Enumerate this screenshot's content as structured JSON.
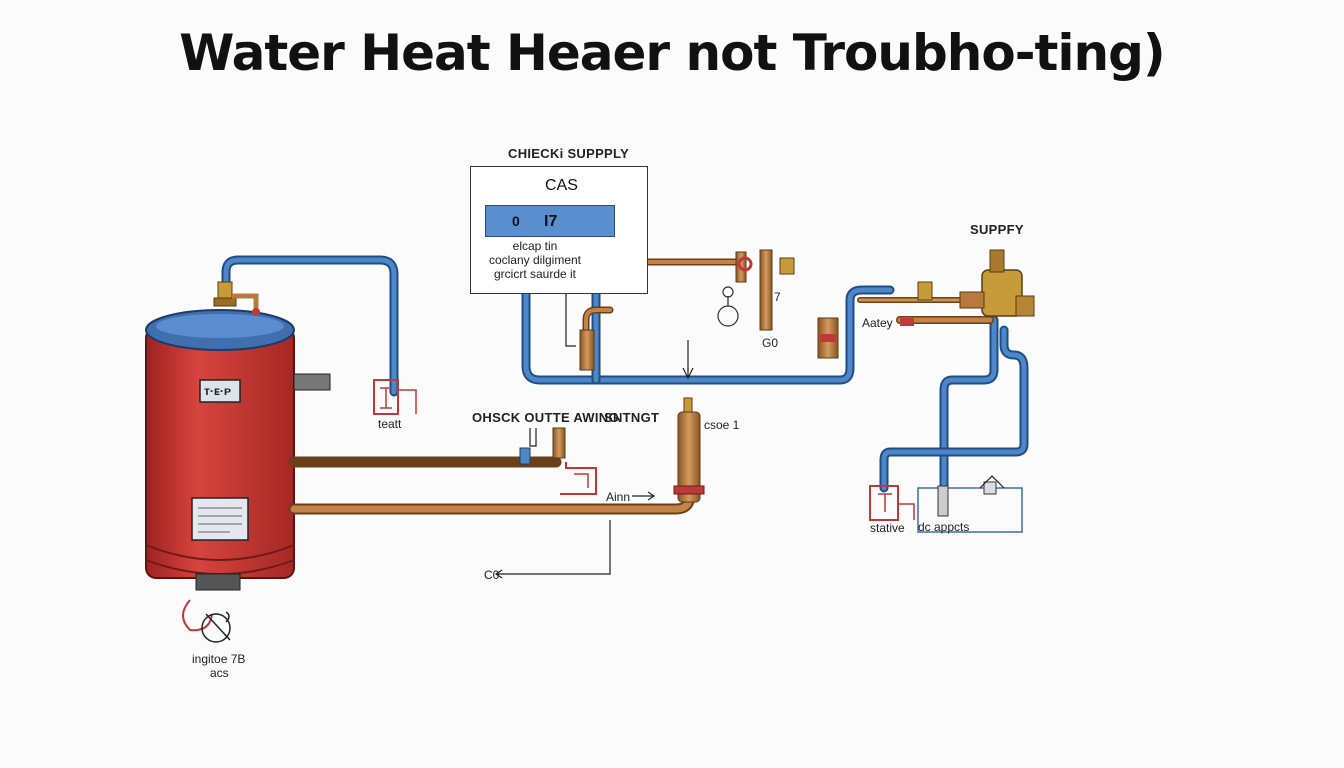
{
  "title": "Water Heat Heaer not Troubho-ting)",
  "panel": {
    "header": "CHIECKi SUPPPLY",
    "brand": "CAS",
    "screen_left": "0",
    "screen_mid": "I7",
    "line1": "elcap tin",
    "line2": "coclany dilgiment",
    "line3": "grcicrt saurde it"
  },
  "labels": {
    "supply_right": "SUPPFY",
    "check_outlet": "OHSCK OUTTE AWING",
    "stnet": "SNTNGT",
    "teatt": "teatt",
    "csoe1": "csoe 1",
    "aatey": "Aatey",
    "seven": "7",
    "go": "G0",
    "ainn": "Ainn",
    "co": "C0",
    "stative": "stative",
    "dc_appcts": "dc appcts",
    "ignite_line1": "ingitoe 7B",
    "ignite_line2": "acs",
    "tank_plate": "ᴛ·ᴇ·ᴘ"
  },
  "colors": {
    "tank_red": "#c8312d",
    "tank_top_blue": "#3f6fae",
    "cold_pipe_blue": "#3a6fb3",
    "copper_pipe": "#b8783e",
    "brass": "#c79a3a",
    "valve_red": "#c0393a"
  }
}
